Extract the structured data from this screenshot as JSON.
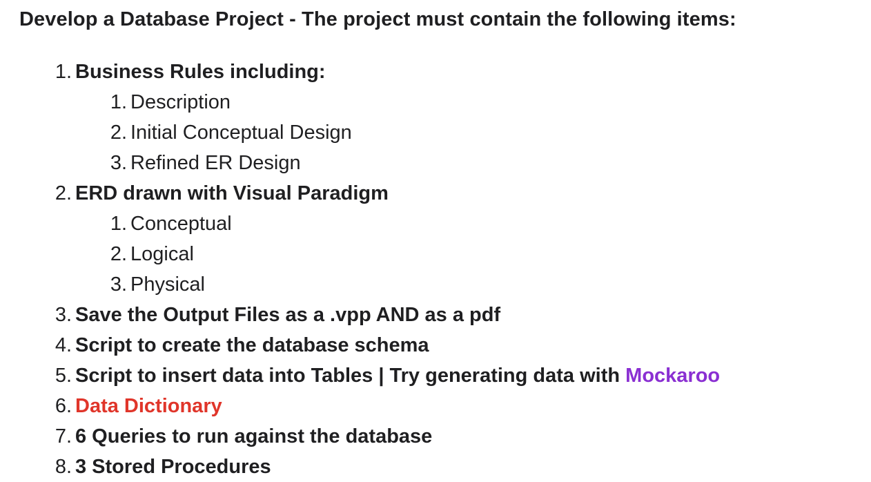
{
  "heading": "Develop a Database Project - The project must contain the following items:",
  "items": [
    {
      "number": "1.",
      "text": "Business Rules including:",
      "subitems": [
        {
          "number": "1.",
          "text": "Description"
        },
        {
          "number": "2.",
          "text": "Initial Conceptual Design"
        },
        {
          "number": "3.",
          "text": "Refined ER Design"
        }
      ]
    },
    {
      "number": "2.",
      "text": "ERD drawn with Visual Paradigm",
      "subitems": [
        {
          "number": "1.",
          "text": "Conceptual"
        },
        {
          "number": "2.",
          "text": "Logical"
        },
        {
          "number": "3.",
          "text": "Physical"
        }
      ]
    },
    {
      "number": "3.",
      "text": "Save the Output Files as a .vpp AND as a pdf"
    },
    {
      "number": "4.",
      "text": "Script to create the database schema"
    },
    {
      "number": "5.",
      "text": "Script to insert data into Tables | Try generating data with ",
      "link_text": "Mockaroo"
    },
    {
      "number": "6.",
      "text": "Data Dictionary"
    },
    {
      "number": "7.",
      "text": "6 Queries to run against the database"
    },
    {
      "number": "8.",
      "text": "3 Stored Procedures"
    }
  ],
  "colors": {
    "text": "#1f1f21",
    "highlight_red": "#e0352a",
    "link_purple": "#8a2fd2"
  }
}
